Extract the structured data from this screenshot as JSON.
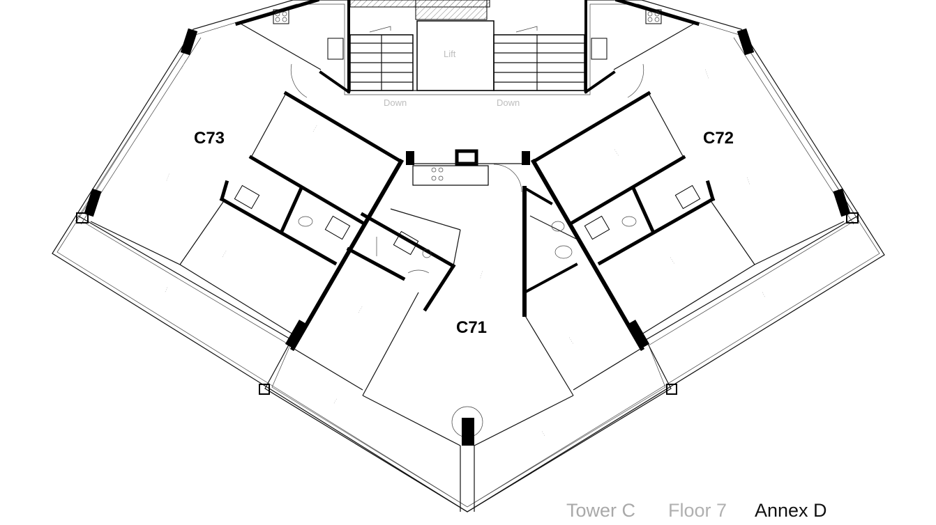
{
  "units": {
    "c73": "C73",
    "c72": "C72",
    "c71": "C71"
  },
  "core": {
    "lift": "Lift",
    "down_left": "Down",
    "down_right": "Down"
  },
  "footer": {
    "tower": "Tower C",
    "floor": "Floor 7",
    "annex": "Annex D"
  },
  "colors": {
    "walls": "#000000",
    "labels": "#000000",
    "faint_text": "#bdbdbd",
    "background": "#ffffff"
  }
}
